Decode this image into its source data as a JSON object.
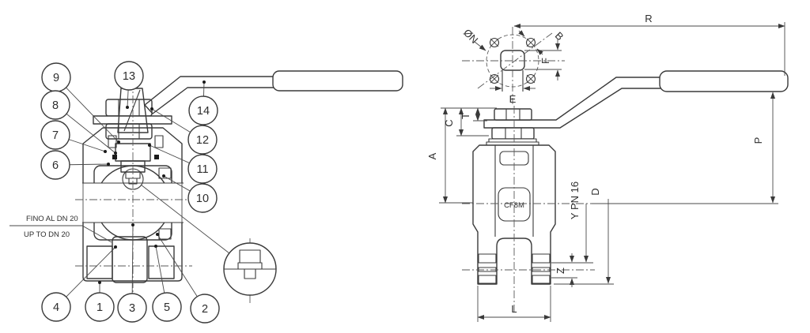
{
  "figure": {
    "type": "technical-drawing",
    "subject": "ball valve section and dimensional views",
    "left": {
      "callouts": {
        "c1": "1",
        "c2": "2",
        "c3": "3",
        "c4": "4",
        "c5": "5",
        "c6": "6",
        "c7": "7",
        "c8": "8",
        "c9": "9",
        "c10": "10",
        "c11": "11",
        "c12": "12",
        "c13": "13",
        "c14": "14"
      },
      "note1": "FINO AL DN 20",
      "note2": "UP TO DN 20"
    },
    "right": {
      "dims": {
        "R": "R",
        "N": "ØN",
        "B": "B",
        "F": "F",
        "E": "E",
        "C": "C",
        "T": "T",
        "A": "A",
        "P": "P",
        "D": "D",
        "Y": "Y PN 16",
        "Z": "Z",
        "L": "L"
      },
      "body_label": "CF8M"
    },
    "colors": {
      "body_green": "#7cc89c",
      "pale_green": "#d9ead2",
      "yellow": "#f5e463",
      "orange": "#f6951d",
      "pink": "#f3c8db",
      "blue": "#2fa9e1",
      "ball_blue": "#c9e9f8",
      "gray_band": "#c9c9c9",
      "line": "#3a3a3a",
      "background": "#ffffff"
    }
  }
}
